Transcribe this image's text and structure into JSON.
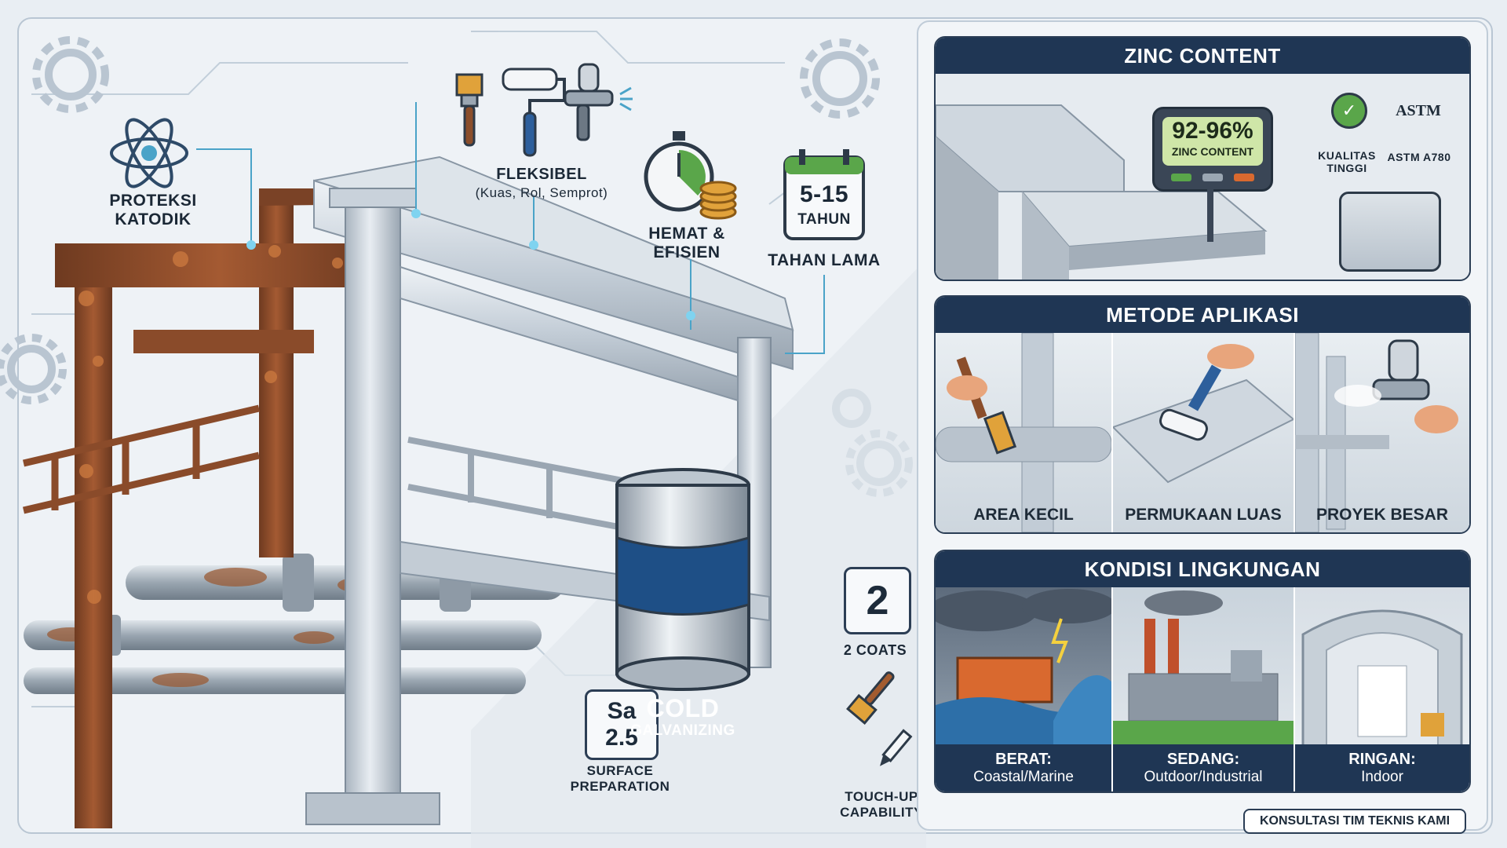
{
  "features": {
    "cathodic": "PROTEKSI KATODIK",
    "flexible_title": "FLEKSIBEL",
    "flexible_sub": "(Kuas, Rol, Semprot)",
    "efficient_line1": "HEMAT &",
    "efficient_line2": "EFISIEN",
    "years_value": "5-15",
    "years_unit": "TAHUN",
    "durable": "TAHAN LAMA",
    "coats_value": "2",
    "coats_label": "2 COATS",
    "sa_line1": "Sa",
    "sa_line2": "2.5",
    "surface_line1": "SURFACE",
    "surface_line2": "PREPARATION",
    "can_line1": "COLD",
    "can_line2": "GALVANIZING",
    "touchup_line1": "TOUCH-UP",
    "touchup_line2": "CAPABILITY"
  },
  "zinc_panel": {
    "title": "ZINC CONTENT",
    "meter_value": "92-96%",
    "meter_label": "ZINC CONTENT",
    "badge1_line1": "KUALITAS",
    "badge1_line2": "TINGGI",
    "badge2_logo": "ASTM",
    "badge2_label": "ASTM A780"
  },
  "method_panel": {
    "title": "METODE APLIKASI",
    "items": [
      {
        "label": "AREA KECIL"
      },
      {
        "label": "PERMUKAAN LUAS"
      },
      {
        "label": "PROYEK BESAR"
      }
    ]
  },
  "env_panel": {
    "title": "KONDISI LINGKUNGAN",
    "items": [
      {
        "level": "BERAT:",
        "desc": "Coastal/Marine"
      },
      {
        "level": "SEDANG:",
        "desc": "Outdoor/Industrial"
      },
      {
        "level": "RINGAN:",
        "desc": "Indoor"
      }
    ]
  },
  "footer": {
    "consult": "KONSULTASI TIM TEKNIS KAMI"
  },
  "colors": {
    "navy": "#1f3654",
    "rust": "#8a4b2a",
    "steel": "#c9d2db",
    "accent": "#4aa3c8"
  }
}
